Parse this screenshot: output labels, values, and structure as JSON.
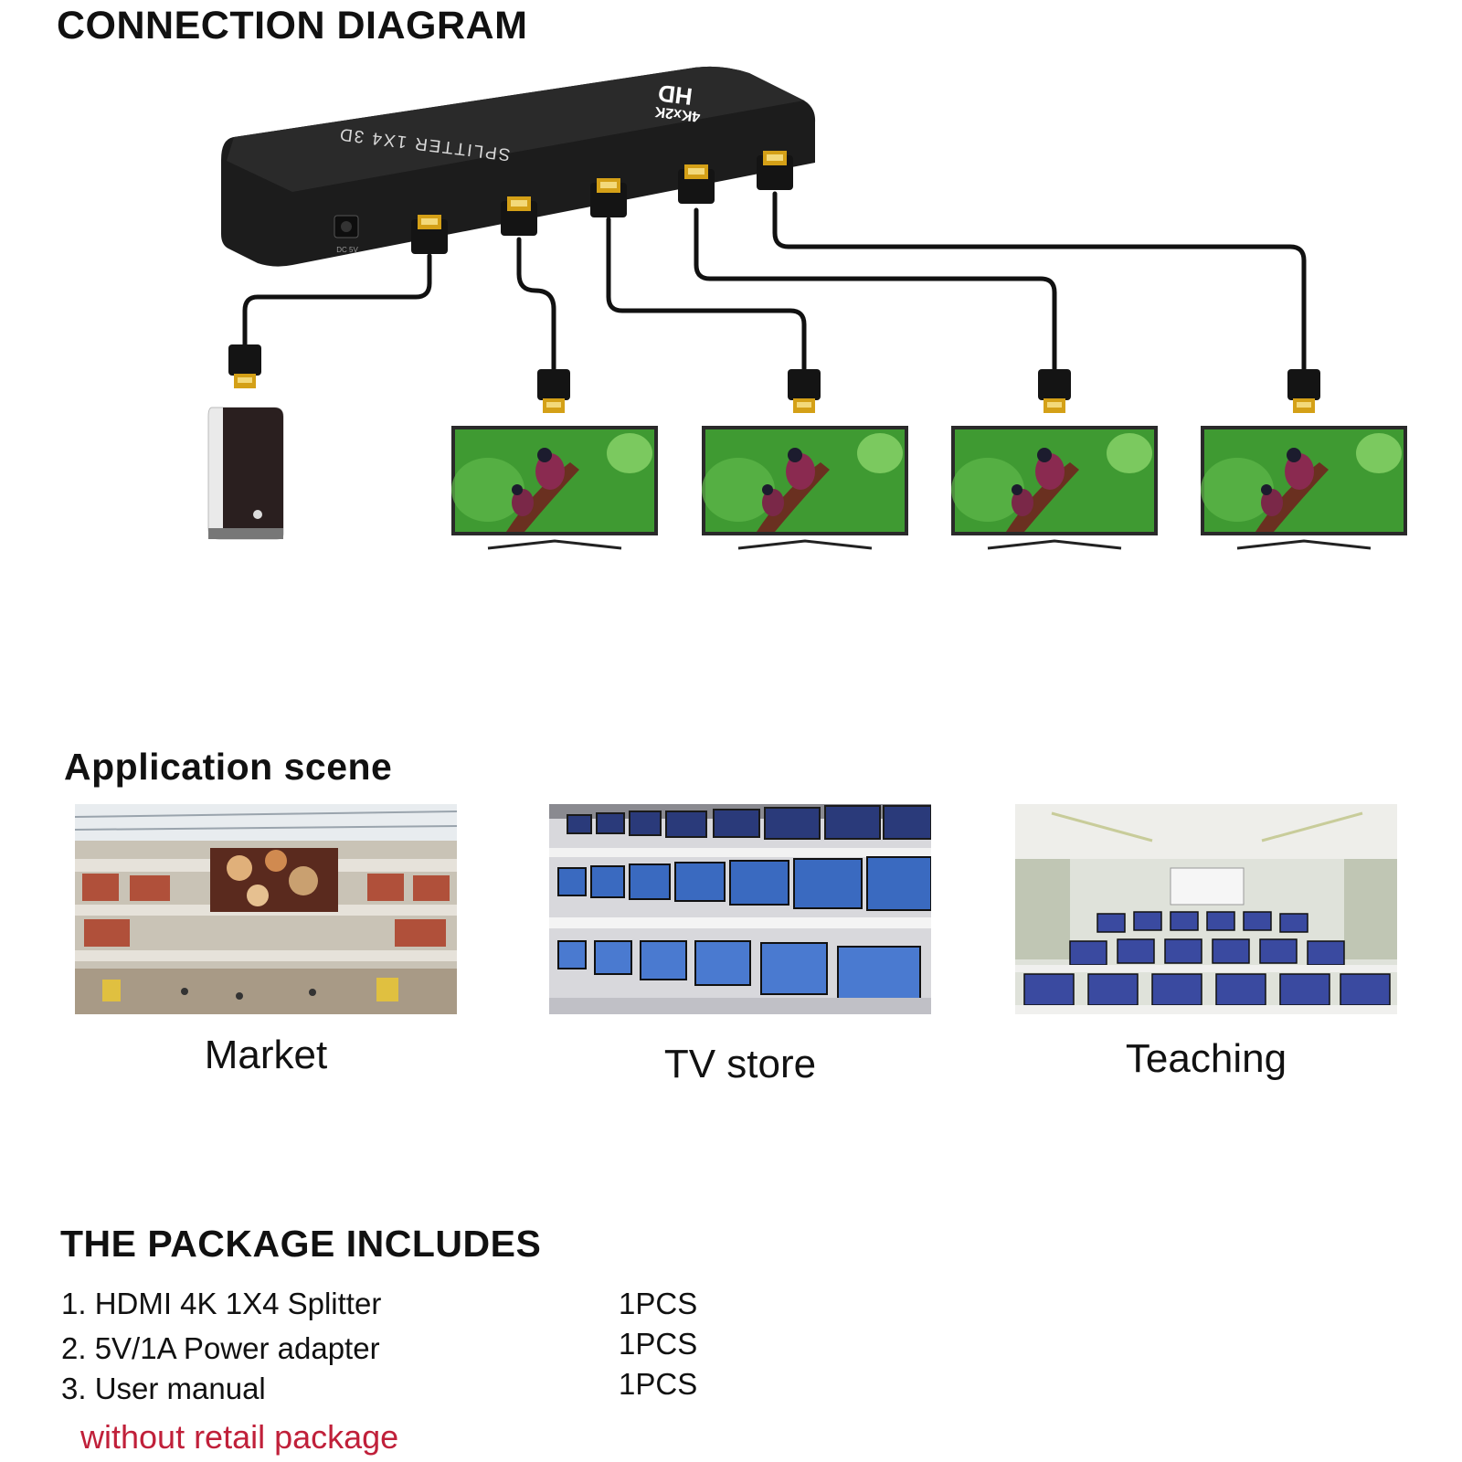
{
  "connection": {
    "title": "CONNECTION DIAGRAM",
    "device_label": "SPLITTER 1X4 3D",
    "device_badge_line1": "HD",
    "device_badge_line2": "4Kx2K",
    "power_port_label": "DC 5V"
  },
  "application": {
    "title": "Application scene",
    "scenes": [
      {
        "label": "Market",
        "icon": "shopping-mall-photo"
      },
      {
        "label": "TV store",
        "icon": "tv-store-photo"
      },
      {
        "label": "Teaching",
        "icon": "classroom-photo"
      }
    ]
  },
  "package": {
    "title": "THE PACKAGE INCLUDES",
    "items": [
      {
        "name": "1. HDMI 4K 1X4 Splitter",
        "qty": "1PCS"
      },
      {
        "name": "2. 5V/1A Power adapter",
        "qty": "1PCS"
      },
      {
        "name": "3. User manual",
        "qty": "1PCS"
      }
    ],
    "note": "without retail package"
  },
  "colors": {
    "note": "#c0203a",
    "device": "#1c1c1c",
    "connector_gold": "#d4a017",
    "tv_screen": "#3f9a32"
  }
}
